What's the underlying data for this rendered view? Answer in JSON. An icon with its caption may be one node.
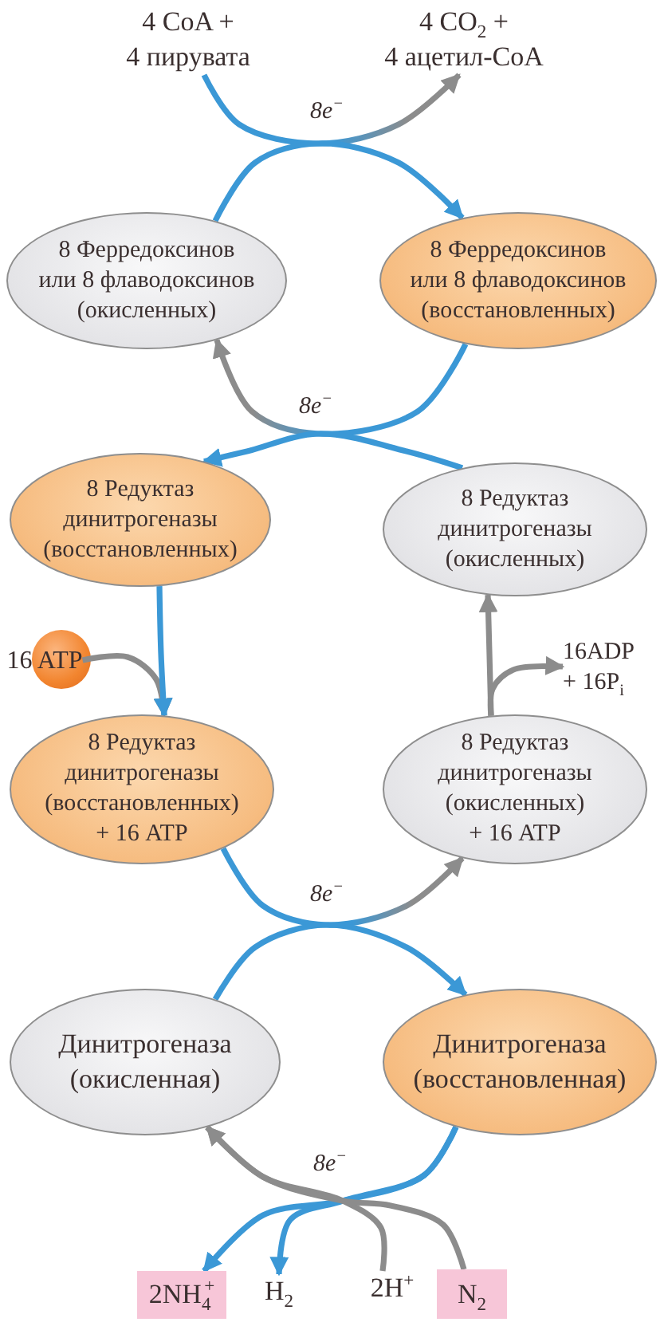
{
  "diagram": {
    "nodes": [
      {
        "text": [
          "4 CoA + 4 пирувата"
        ]
      },
      {
        "text": [
          "4 CO$_{2}$ + 4 ацетил-CoA"
        ]
      },
      {
        "text": [
          "8 Ферредоксинов или 8 флаводоксинов (окисленных)"
        ]
      },
      {
        "text": [
          "8 Ферредоксинов или 8 флаводоксинов (восстановленных)"
        ]
      },
      {
        "text": [
          "8 Редуктаз динитрогеназы (восстановленных)"
        ]
      },
      {
        "text": [
          "8 Редуктаз динитрогеназы (окисленных)"
        ]
      },
      {
        "text": [
          "16 ATP"
        ]
      },
      {
        "text": [
          "16ADP + 16P$_{i}$"
        ]
      },
      {
        "text": [
          "8 Редуктаз динитрогеназы (восстановленных) + 16 ATP"
        ]
      },
      {
        "text": [
          "8 Редуктаз динитрогеназы (окисленных) + 16 ATP"
        ]
      },
      {
        "text": [
          "Динитрогеназа (окисленная)"
        ]
      },
      {
        "text": [
          "Динитрогеназа (восстановленная)"
        ]
      },
      {
        "text": [
          "2NH$_{4}$$^{+}$"
        ]
      },
      {
        "text": [
          "H$_{2}$"
        ]
      },
      {
        "text": [
          "2H$^{+}$"
        ]
      },
      {
        "text": [
          "N$_{2}$"
        ]
      }
    ],
    "edges": [
      {
        "from": 0,
        "to": 1,
        "arrow": "to",
        "label": "8e$^{−}$",
        "color": "#8c8c8c"
      },
      {
        "from": 2,
        "to": 3,
        "arrow": "to"
      },
      {
        "from": 3,
        "to": 2,
        "arrow": "to",
        "label": "8e$^{−}$",
        "color": "#8c8c8c"
      },
      {
        "from": 5,
        "to": 4,
        "arrow": "to"
      },
      {
        "from": 6,
        "to": 8,
        "arrow": "to",
        "color": "#8c8c8c"
      },
      {
        "from": 4,
        "to": 8,
        "arrow": "to"
      },
      {
        "from": 9,
        "to": 5,
        "arrow": "to",
        "color": "#8c8c8c"
      },
      {
        "from": 9,
        "to": 7,
        "arrow": "to",
        "color": "#8c8c8c"
      },
      {
        "from": 8,
        "to": 9,
        "arrow": "to",
        "label": "8e$^{−}$",
        "color": "#8c8c8c"
      },
      {
        "from": 10,
        "to": 11,
        "arrow": "to"
      },
      {
        "from": 11,
        "to": 12,
        "arrow": "to",
        "label": "8e$^{−}$"
      },
      {
        "from": 11,
        "to": 13,
        "arrow": "to"
      },
      {
        "from": 14,
        "to": 10,
        "arrow": "to",
        "color": "#8c8c8c"
      },
      {
        "from": 15,
        "to": 10,
        "arrow": "to",
        "color": "#8c8c8c"
      }
    ]
  }
}
